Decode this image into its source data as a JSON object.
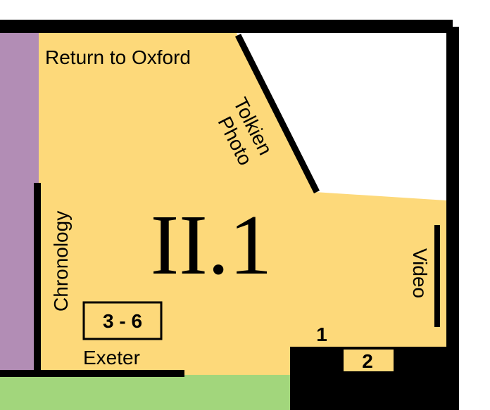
{
  "room": {
    "number": "II.1",
    "labels": {
      "return_to_oxford": "Return to Oxford",
      "tolkien_photo_line1": "Tolkien",
      "tolkien_photo_line2": "Photo",
      "chronology": "Chronology",
      "video": "Video",
      "exeter": "Exeter",
      "case_3_6": "3 - 6",
      "case_1": "1",
      "case_2": "2"
    }
  },
  "colors": {
    "room_floor": "#fdd97a",
    "wall": "#000000",
    "adjacent_purple": "#b28db5",
    "adjacent_green": "#a2d67c",
    "case_fill": "#fdd97a"
  }
}
